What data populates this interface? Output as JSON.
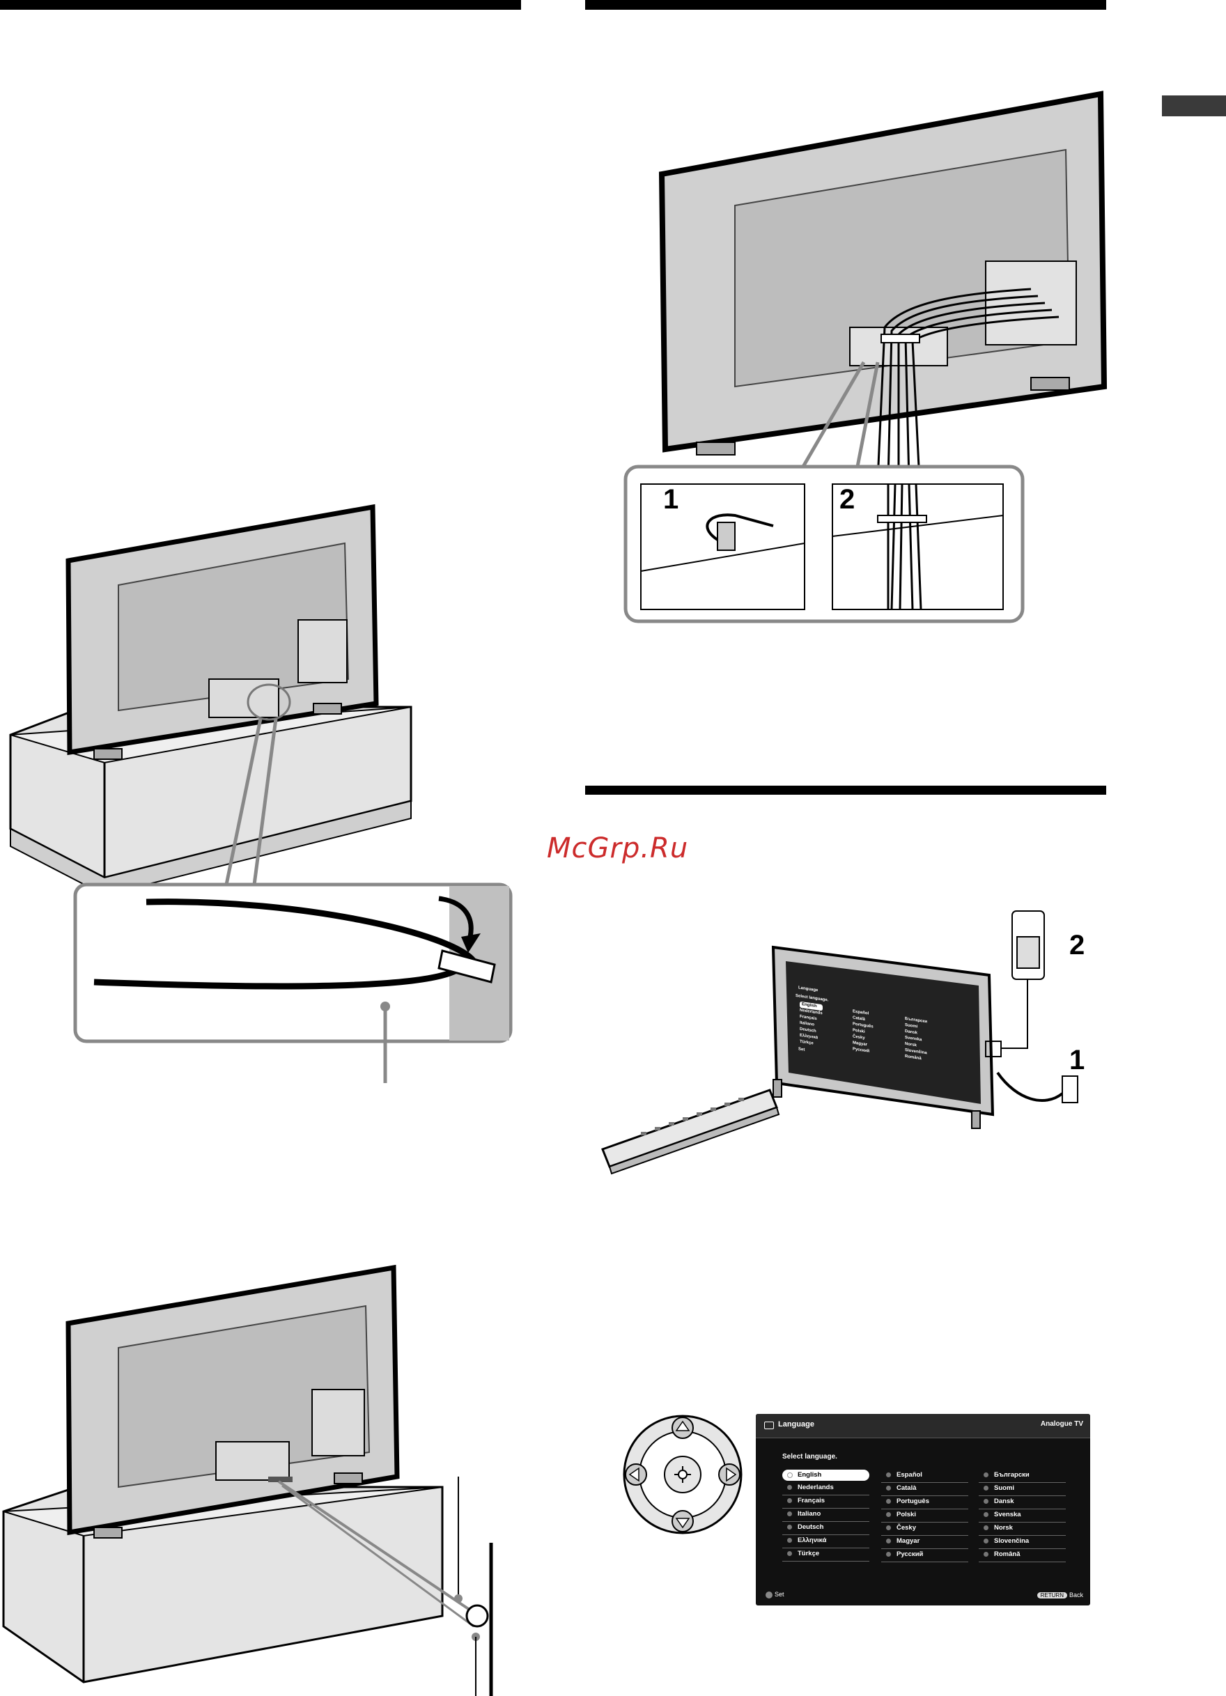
{
  "watermark": "McGrp.Ru",
  "callouts": {
    "one_a": "1",
    "two_a": "2",
    "two_b": "2",
    "one_b": "1"
  },
  "language_screen": {
    "title": "Language",
    "source": "Analogue TV",
    "prompt": "Select language.",
    "columns": [
      [
        "English",
        "Nederlands",
        "Français",
        "Italiano",
        "Deutsch",
        "Ελληνικά",
        "Türkçe"
      ],
      [
        "Español",
        "Català",
        "Português",
        "Polski",
        "Česky",
        "Magyar",
        "Русский"
      ],
      [
        "Български",
        "Suomi",
        "Dansk",
        "Svenska",
        "Norsk",
        "Slovenčina",
        "Română"
      ]
    ],
    "selected": "English",
    "footer_set": "Set",
    "footer_return": "RETURN",
    "footer_back": "Back"
  },
  "mini_screen": {
    "title": "Language",
    "prompt": "Select language.",
    "columns": [
      [
        "English",
        "Nederlands",
        "Français",
        "Italiano",
        "Deutsch",
        "Ελληνικά",
        "Türkçe"
      ],
      [
        "Español",
        "Català",
        "Português",
        "Polski",
        "Česky",
        "Magyar",
        "Русский"
      ],
      [
        "Български",
        "Suomi",
        "Dansk",
        "Svenska",
        "Norsk",
        "Slovenčina",
        "Română"
      ]
    ],
    "footer_set": "Set"
  },
  "colors": {
    "rule": "#000000",
    "tab": "#3a3a3a",
    "watermark": "#cc2b2b",
    "panel": "#c8c8c8",
    "furniture": "#d9d9d9"
  }
}
